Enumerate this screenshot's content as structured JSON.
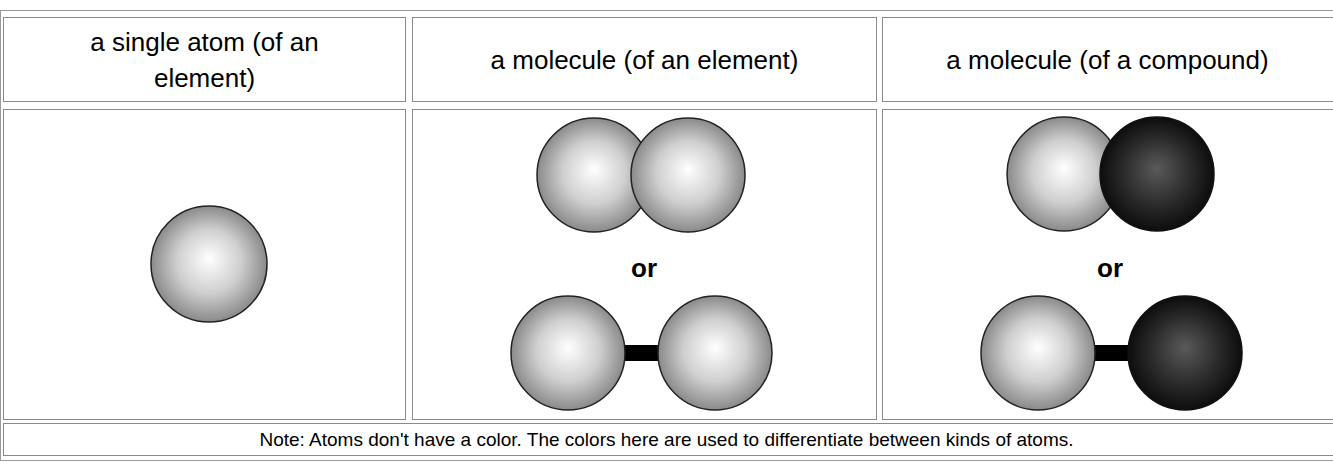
{
  "diagram": {
    "labels": [
      "a single atom (of an element)",
      "a molecule (of an element)",
      "a molecule (of a compound)",
      "or",
      "or",
      "Note: Atoms don't have a color. The colors here are used to differentiate between kinds of atoms."
    ]
  }
}
